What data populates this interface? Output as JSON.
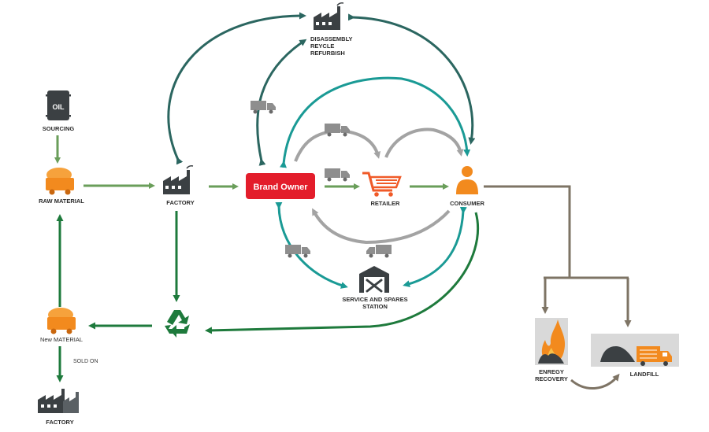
{
  "nodes": {
    "sourcing": {
      "label": "SOURCING",
      "badge": "OIL"
    },
    "raw_material": {
      "label": "RAW MATERIAL"
    },
    "factory": {
      "label": "FACTORY"
    },
    "brand_owner": {
      "label": "Brand Owner"
    },
    "retailer": {
      "label": "RETAILER"
    },
    "consumer": {
      "label": "CONSUMER"
    },
    "disassembly": {
      "lines": [
        "DISASSEMBLY",
        "REYCLE",
        "REFURBISH"
      ]
    },
    "service": {
      "lines": [
        "SERVICE AND SPARES",
        "STATION"
      ]
    },
    "new_material": {
      "label": "New MATERIAL"
    },
    "sold_on": {
      "label": "SOLD ON"
    },
    "factory_bottom": {
      "label": "FACTORY"
    },
    "energy_recovery": {
      "lines": [
        "ENREGY",
        "RECOVERY"
      ]
    },
    "landfill": {
      "label": "LANDFILL"
    }
  },
  "colors": {
    "green_light": "#6a9e5a",
    "green_dark": "#1e7a3c",
    "teal": "#1a9a95",
    "teal_dark": "#2b6660",
    "gray": "#a3a3a3",
    "brown": "#7e7465",
    "orange": "#f28a1e",
    "red": "#e31d2b",
    "dark": "#3b4043"
  }
}
